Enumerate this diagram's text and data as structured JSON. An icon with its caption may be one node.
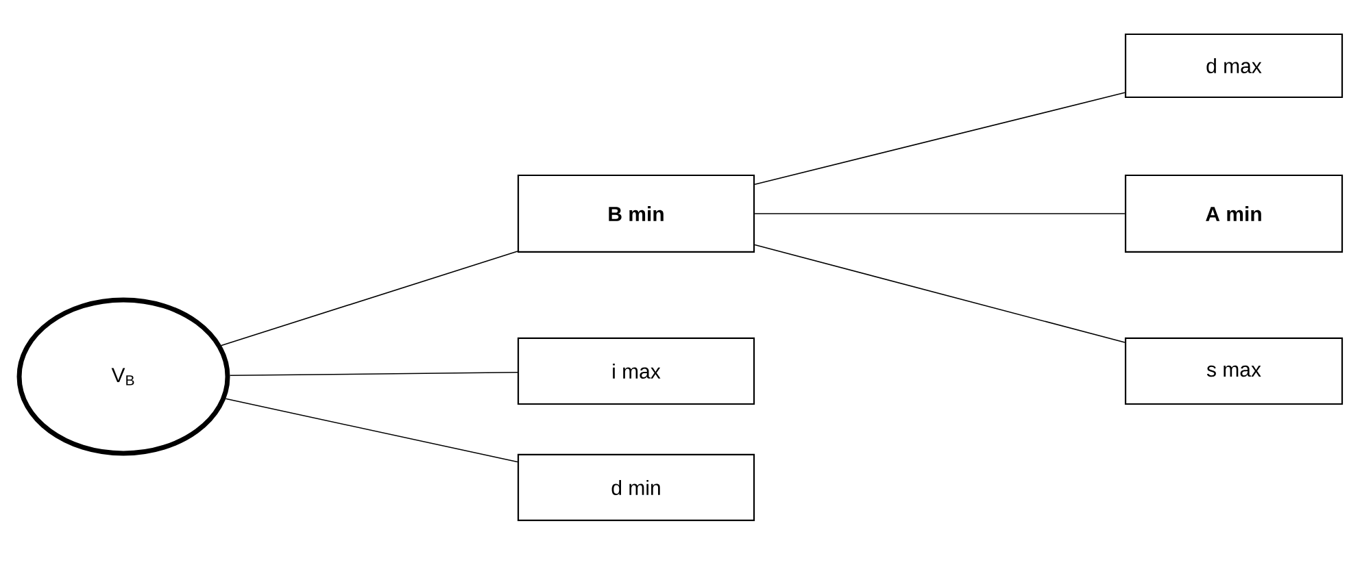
{
  "diagram": {
    "nodes": [
      {
        "text": [
          "V$_{B}$"
        ]
      },
      {
        "text": [
          "**B min**"
        ]
      },
      {
        "text": [
          "i max"
        ]
      },
      {
        "text": [
          "d min"
        ]
      },
      {
        "text": [
          "d max"
        ]
      },
      {
        "text": [
          "**A min**"
        ]
      },
      {
        "text": [
          "s max"
        ]
      }
    ],
    "edges": [
      {
        "from": 0,
        "to": 1,
        "arrow": "none"
      },
      {
        "from": 0,
        "to": 2,
        "arrow": "none"
      },
      {
        "from": 0,
        "to": 3,
        "arrow": "none"
      },
      {
        "from": 1,
        "to": 4,
        "arrow": "none"
      },
      {
        "from": 1,
        "to": 5,
        "arrow": "none"
      },
      {
        "from": 1,
        "to": 6,
        "arrow": "none"
      }
    ]
  }
}
